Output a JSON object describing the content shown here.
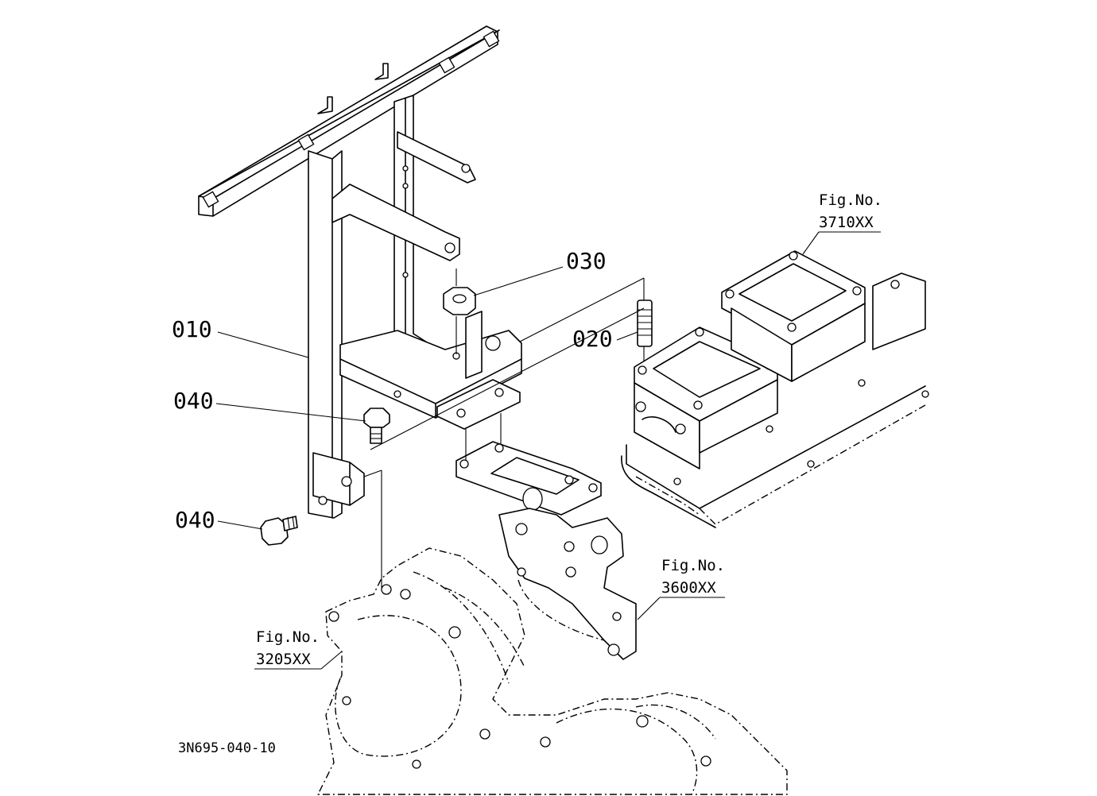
{
  "parts": {
    "p010": "010",
    "p020": "020",
    "p030": "030",
    "p040a": "040",
    "p040b": "040"
  },
  "refs": {
    "r3710": {
      "caption": "Fig.No.",
      "number": "3710XX"
    },
    "r3600": {
      "caption": "Fig.No.",
      "number": "3600XX"
    },
    "r3205": {
      "caption": "Fig.No.",
      "number": "3205XX"
    }
  },
  "drawing_code": "3N695-040-10"
}
